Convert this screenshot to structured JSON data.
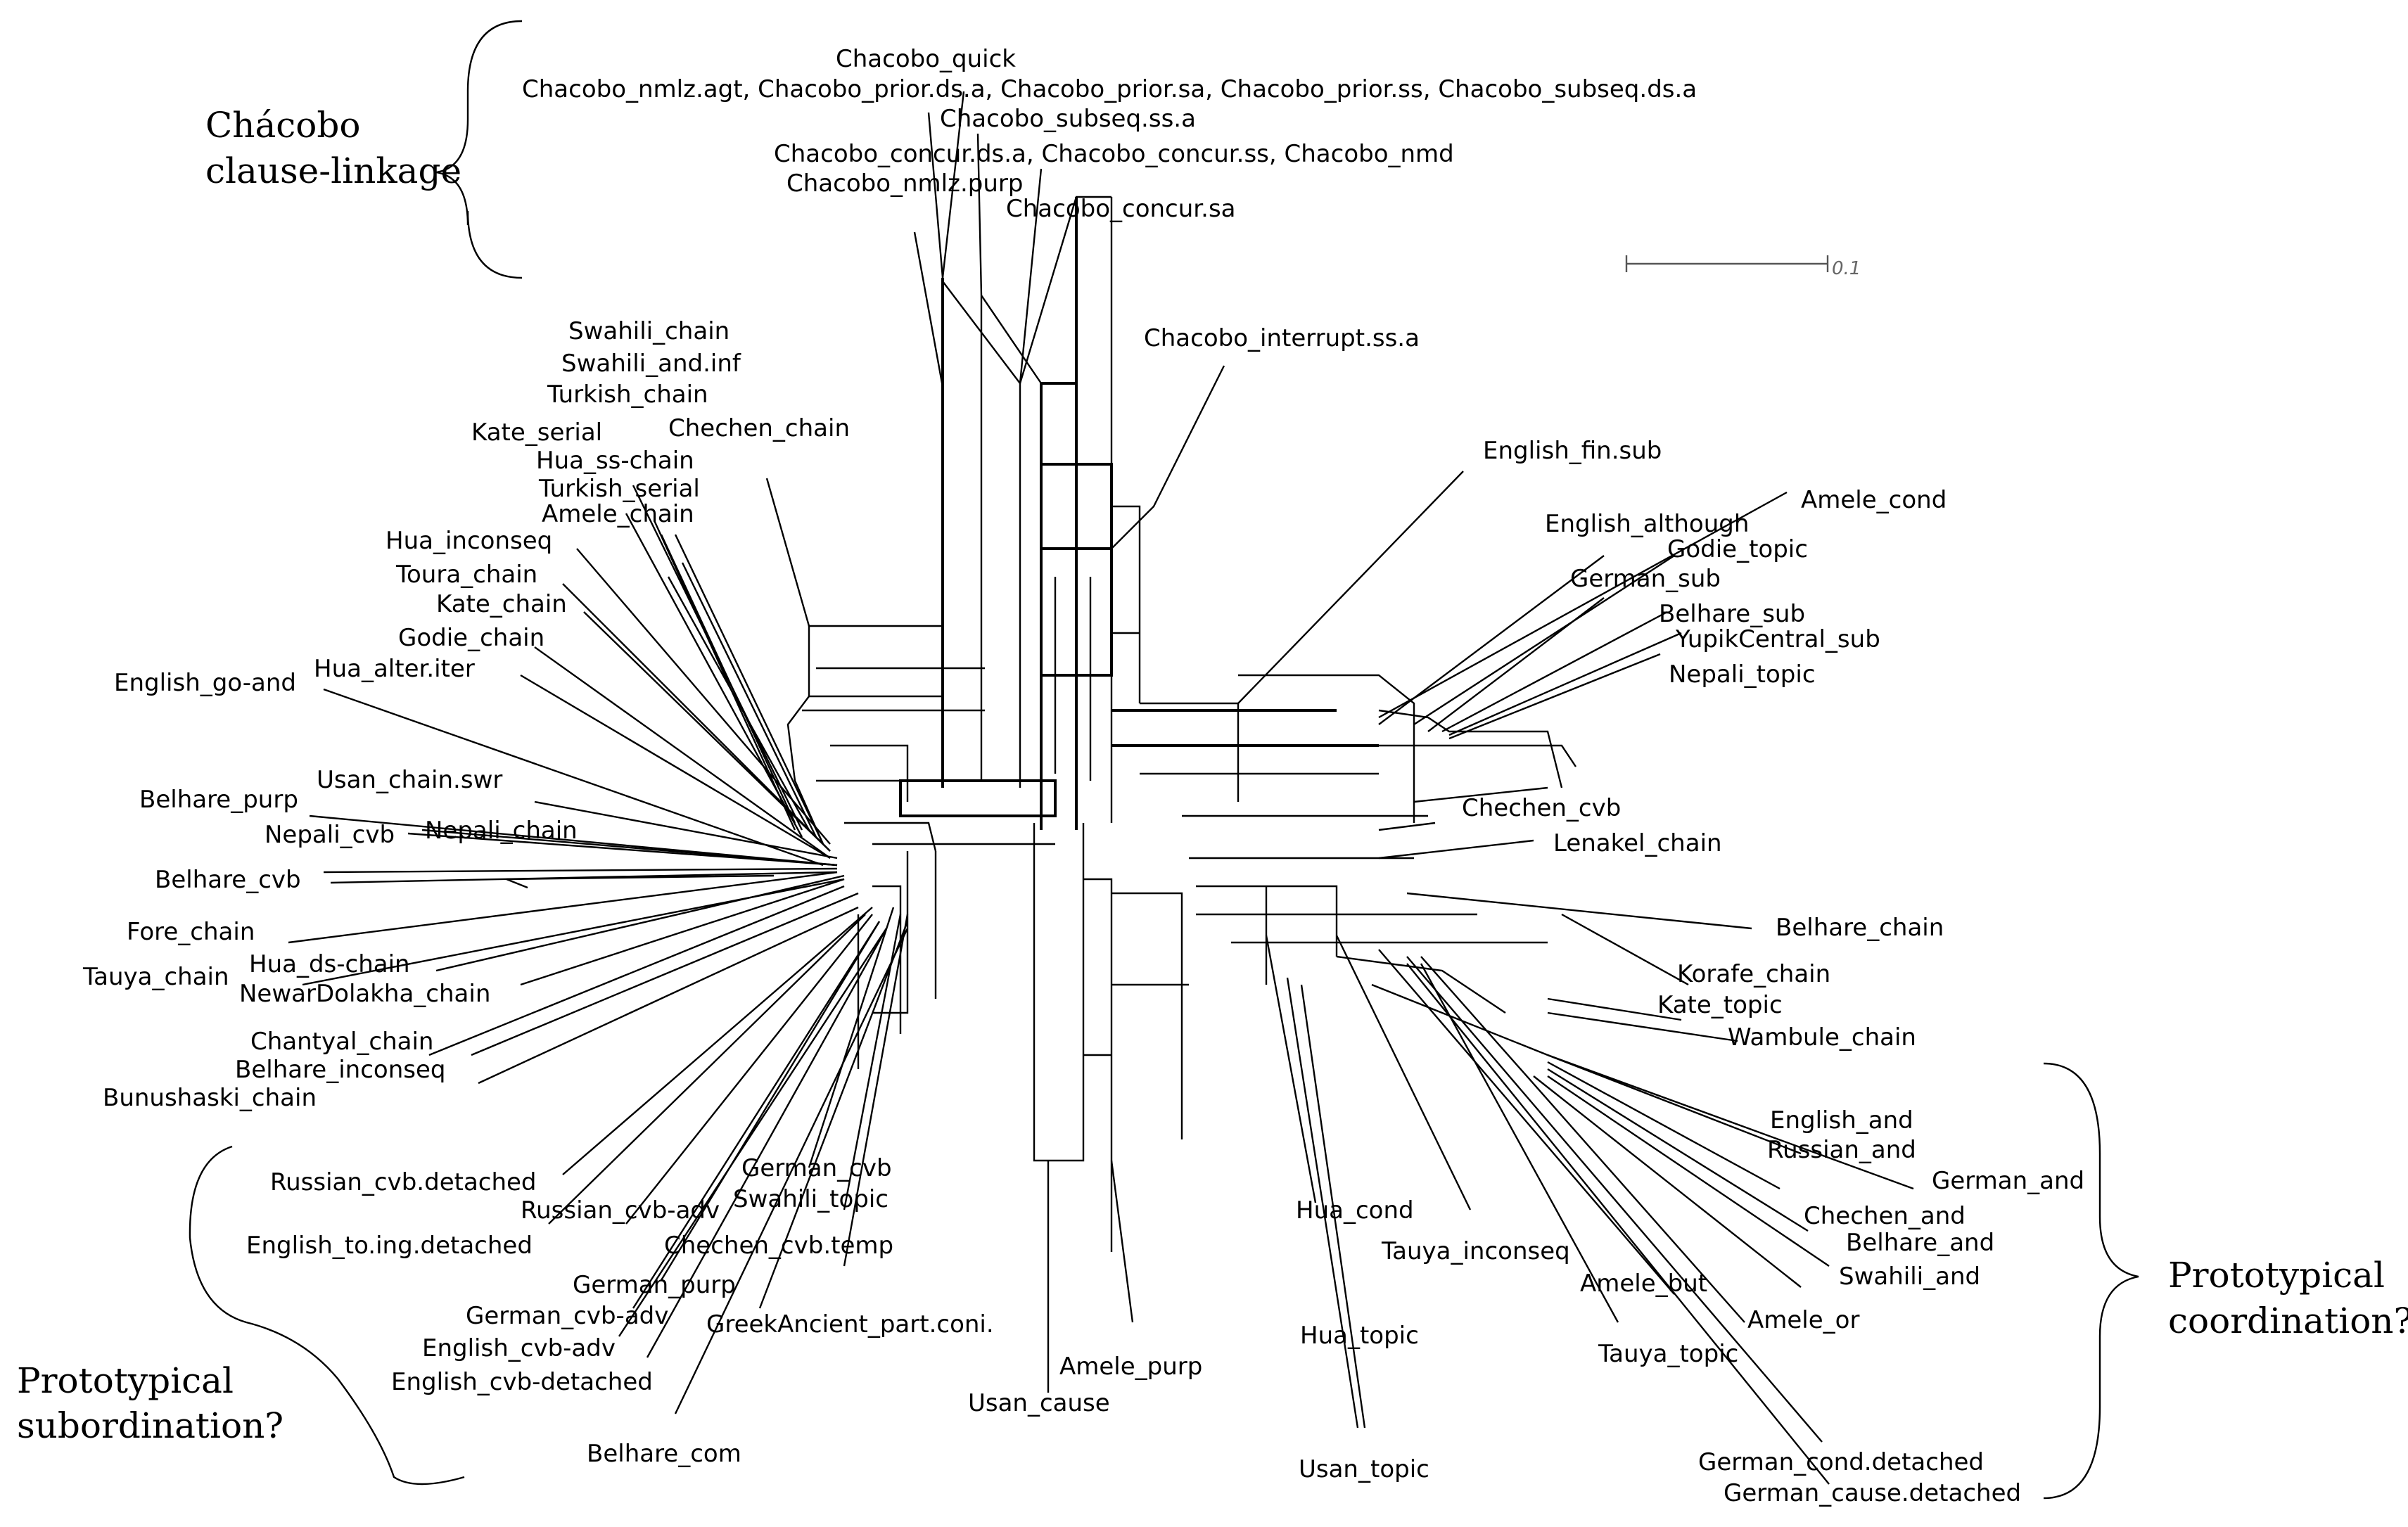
{
  "groups": {
    "chacobo": [
      "Chácobo",
      "clause-linkage"
    ],
    "subordination": [
      "Prototypical",
      "subordination?"
    ],
    "coordination": [
      "Prototypical",
      "coordination?"
    ]
  },
  "scale_bar": {
    "label": "0.1"
  },
  "labels": {
    "chacobo_quick": "Chacobo_quick",
    "chacobo_nmlz_line": "Chacobo_nmlz.agt, Chacobo_prior.ds.a, Chacobo_prior.sa, Chacobo_prior.ss, Chacobo_subseq.ds.a",
    "chacobo_subseq_ss_a": "Chacobo_subseq.ss.a",
    "chacobo_concur_line": "Chacobo_concur.ds.a, Chacobo_concur.ss, Chacobo_nmd",
    "chacobo_nmlz_purp": "Chacobo_nmlz.purp",
    "chacobo_concur_sa": "Chacobo_concur.sa",
    "chacobo_interrupt": "Chacobo_interrupt.ss.a",
    "swahili_chain": "Swahili_chain",
    "swahili_and_inf": "Swahili_and.inf",
    "turkish_chain": "Turkish_chain",
    "kate_serial": "Kate_serial",
    "chechen_chain": "Chechen_chain",
    "hua_ss_chain": "Hua_ss-chain",
    "turkish_serial": "Turkish_serial",
    "amele_chain": "Amele_chain",
    "hua_inconseq": "Hua_inconseq",
    "toura_chain": "Toura_chain",
    "kate_chain": "Kate_chain",
    "godie_chain": "Godie_chain",
    "hua_alter_iter": "Hua_alter.iter",
    "english_go_and": "English_go-and",
    "usan_chain_swr": "Usan_chain.swr",
    "belhare_purp": "Belhare_purp",
    "nepali_cvb": "Nepali_cvb",
    "nepali_chain": "Nepali_chain",
    "belhare_cvb": "Belhare_cvb",
    "fore_chain": "Fore_chain",
    "hua_ds_chain": "Hua_ds-chain",
    "tauya_chain": "Tauya_chain",
    "newardolakha_chain": "NewarDolakha_chain",
    "chantyal_chain": "Chantyal_chain",
    "belhare_inconseq": "Belhare_inconseq",
    "bunushaski_chain": "Bunushaski_chain",
    "english_fin_sub": "English_fin.sub",
    "amele_cond": "Amele_cond",
    "english_although": "English_although",
    "godie_topic": "Godie_topic",
    "german_sub": "German_sub",
    "belhare_sub": "Belhare_sub",
    "yupikcentral_sub": "YupikCentral_sub",
    "nepali_topic": "Nepali_topic",
    "chechen_cvb": "Chechen_cvb",
    "lenakel_chain": "Lenakel_chain",
    "belhare_chain": "Belhare_chain",
    "korafe_chain": "Korafe_chain",
    "kate_topic": "Kate_topic",
    "wambule_chain": "Wambule_chain",
    "english_and": "English_and",
    "russian_and": "Russian_and",
    "german_and": "German_and",
    "chechen_and": "Chechen_and",
    "belhare_and": "Belhare_and",
    "swahili_and": "Swahili_and",
    "amele_but": "Amele_but",
    "amele_or": "Amele_or",
    "tauya_topic": "Tauya_topic",
    "german_cond_detached": "German_cond.detached",
    "german_cause_detached": "German_cause.detached",
    "hua_cond": "Hua_cond",
    "tauya_inconseq": "Tauya_inconseq",
    "hua_topic": "Hua_topic",
    "usan_topic": "Usan_topic",
    "amele_purp": "Amele_purp",
    "usan_cause": "Usan_cause",
    "russian_cvb_detached": "Russian_cvb.detached",
    "german_cvb": "German_cvb",
    "swahili_topic": "Swahili_topic",
    "russian_cvb_adv": "Russian_cvb-adv",
    "english_to_ing_detached": "English_to.ing.detached",
    "chechen_cvb_temp": "Chechen_cvb.temp",
    "german_purp": "German_purp",
    "german_cvb_adv": "German_cvb-adv",
    "greekancient_part_coni": "GreekAncient_part.coni.",
    "english_cvb_adv": "English_cvb-adv",
    "english_cvb_detached": "English_cvb-detached",
    "belhare_com": "Belhare_com"
  }
}
